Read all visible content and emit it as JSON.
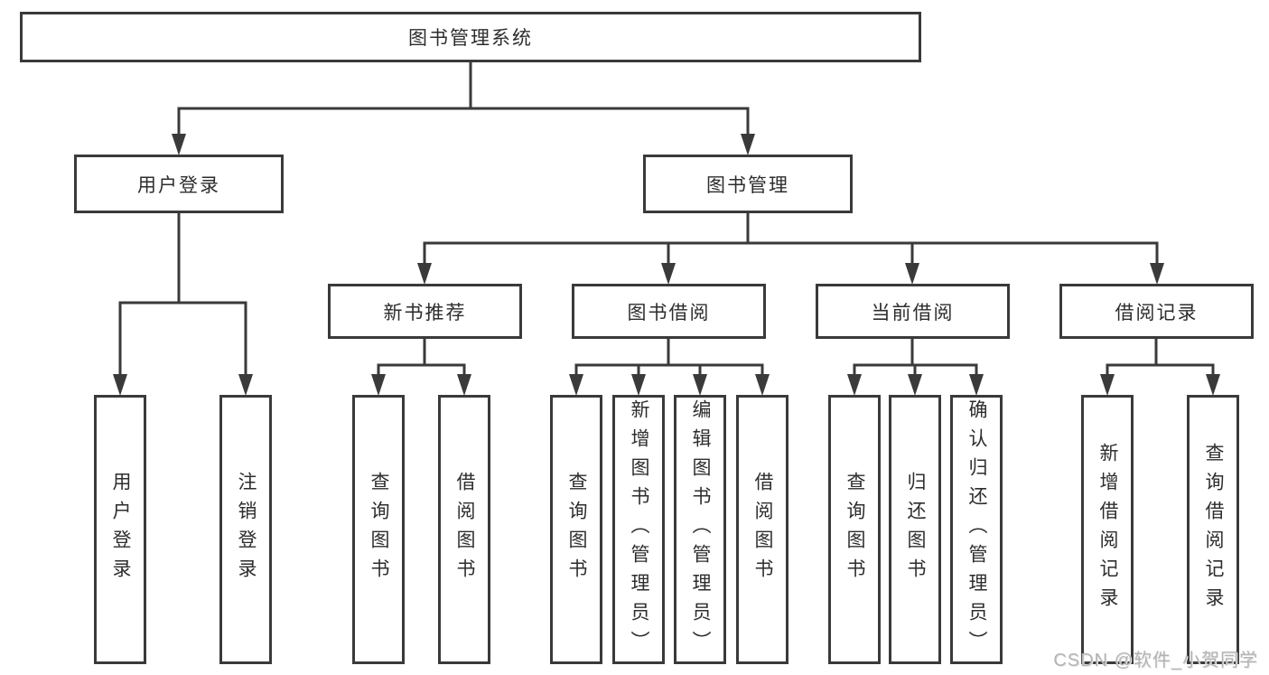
{
  "diagram": {
    "title": "图书管理系统",
    "tree": {
      "root": {
        "label": "图书管理系统"
      },
      "branches": [
        {
          "label": "用户登录",
          "children": [
            {
              "label": "用户登录"
            },
            {
              "label": "注销登录"
            }
          ]
        },
        {
          "label": "图书管理",
          "children": [
            {
              "label": "新书推荐",
              "children": [
                {
                  "label": "查询图书"
                },
                {
                  "label": "借阅图书"
                }
              ]
            },
            {
              "label": "图书借阅",
              "children": [
                {
                  "label": "查询图书"
                },
                {
                  "label": "新增图书（管理员）"
                },
                {
                  "label": "编辑图书（管理员）"
                },
                {
                  "label": "借阅图书"
                }
              ]
            },
            {
              "label": "当前借阅",
              "children": [
                {
                  "label": "查询图书"
                },
                {
                  "label": "归还图书"
                },
                {
                  "label": "确认归还（管理员）"
                }
              ]
            },
            {
              "label": "借阅记录",
              "children": [
                {
                  "label": "新增借阅记录"
                },
                {
                  "label": "查询借阅记录"
                }
              ]
            }
          ]
        }
      ]
    },
    "colors": {
      "line": "#3a3a3a",
      "text": "#2d2d2d",
      "background": "#ffffff",
      "watermark": "#b3b3b3"
    }
  },
  "watermark": {
    "text": "CSDN @软件_小贺同学"
  }
}
